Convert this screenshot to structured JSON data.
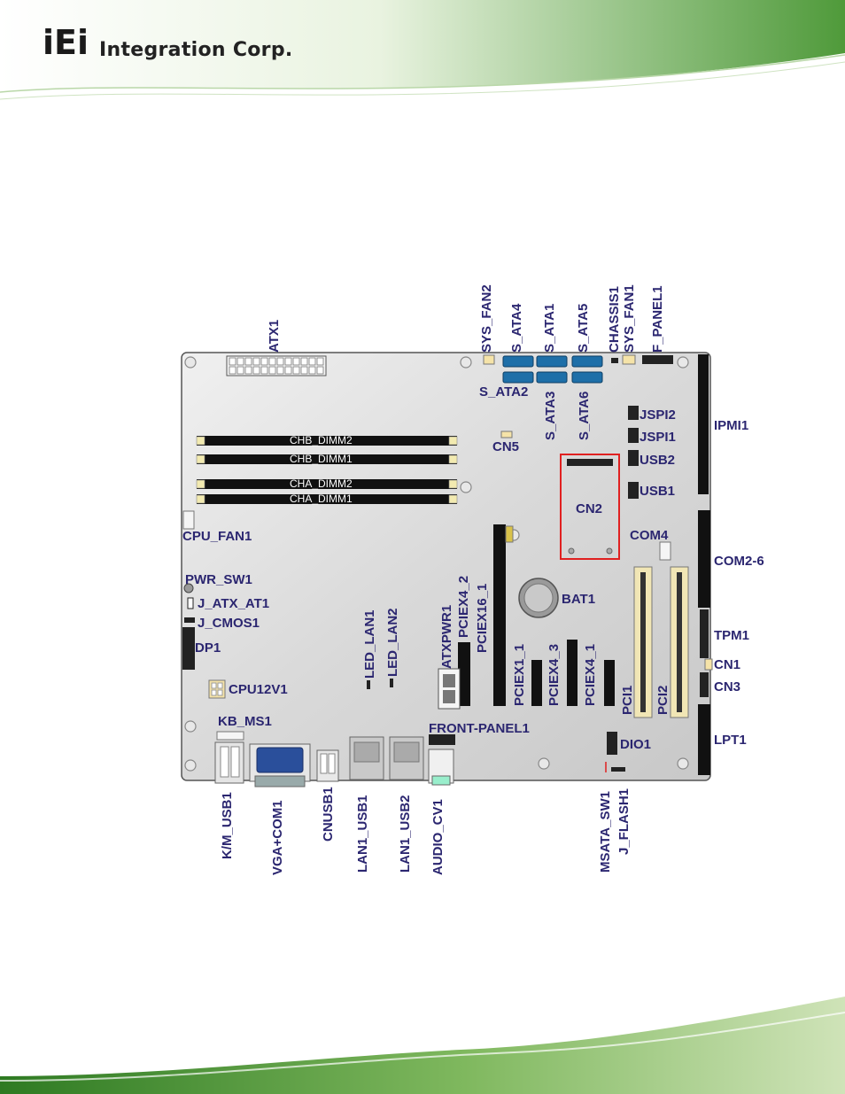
{
  "header": {
    "logo_mark": "iEi",
    "logo_text": "Integration Corp."
  },
  "board": {
    "dimm_labels": [
      "CHB_DIMM2",
      "CHB_DIMM1",
      "CHA_DIMM2",
      "CHA_DIMM1"
    ],
    "callouts": {
      "atx1": "ATX1",
      "sys_fan2": "SYS_FAN2",
      "s_ata4": "S_ATA4",
      "s_ata1": "S_ATA1",
      "s_ata5": "S_ATA5",
      "chassis1": "CHASSIS1",
      "sys_fan1": "SYS_FAN1",
      "f_panel1": "F_PANEL1",
      "s_ata2": "S_ATA2",
      "s_ata3": "S_ATA3",
      "s_ata6": "S_ATA6",
      "cn5": "CN5",
      "jspi2": "JSPI2",
      "jspi1": "JSPI1",
      "usb2": "USB2",
      "usb1": "USB1",
      "ipmi1": "IPMI1",
      "cn2": "CN2",
      "com4": "COM4",
      "com2_6": "COM2-6",
      "cpu_fan1": "CPU_FAN1",
      "pwr_sw1": "PWR_SW1",
      "j_atx_at1": "J_ATX_AT1",
      "j_cmos1": "J_CMOS1",
      "dp1": "DP1",
      "bat1": "BAT1",
      "pciex4_2": "PCIEX4_2",
      "pciex16_1": "PCIEX16_1",
      "atxpwr1": "ATXPWR1",
      "led_lan1": "LED_LAN1",
      "led_lan2": "LED_LAN2",
      "pciex1_1": "PCIEX1_1",
      "pciex4_3": "PCIEX4_3",
      "pciex4_1": "PCIEX4_1",
      "pci1": "PCI1",
      "pci2": "PCI2",
      "tpm1": "TPM1",
      "cn1": "CN1",
      "cn3": "CN3",
      "cpu12v1": "CPU12V1",
      "kb_ms1": "KB_MS1",
      "front_panel1": "FRONT-PANEL1",
      "dio1": "DIO1",
      "lpt1": "LPT1",
      "km_usb1": "K/M_USB1",
      "vga_com1": "VGA+COM1",
      "cnusb1": "CNUSB1",
      "lan1_usb1": "LAN1_USB1",
      "lan1_usb2": "LAN1_USB2",
      "audio_cv1": "AUDIO_CV1",
      "msata_sw1": "MSATA_SW1",
      "j_flash1": "J_FLASH1"
    }
  },
  "colors": {
    "label": "#2b2670",
    "highlight_box": "#e02020",
    "sata": "#1e6fa8",
    "pcb": "#dcdcdc"
  }
}
